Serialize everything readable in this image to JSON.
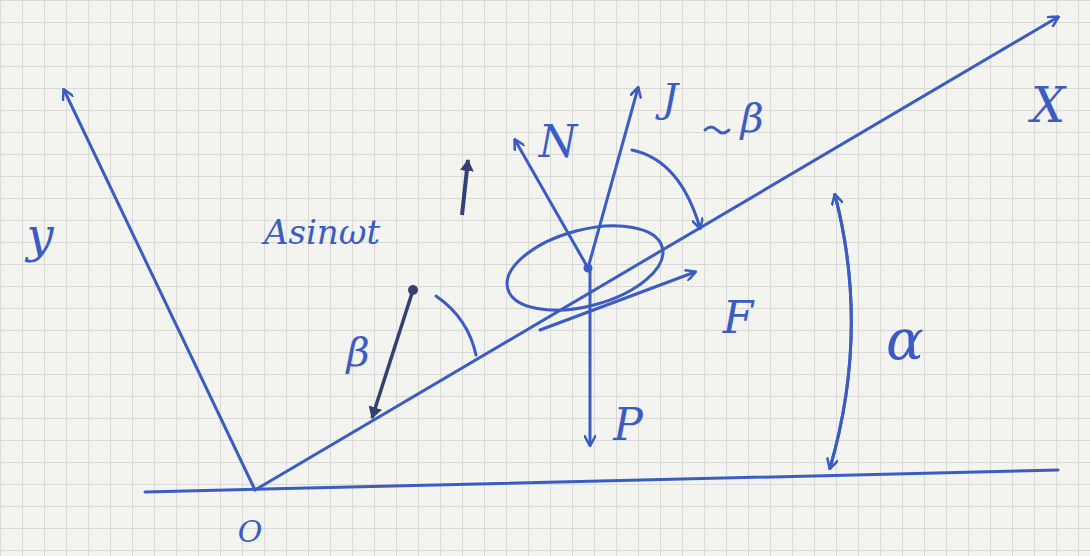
{
  "diagram": {
    "labels": [
      "y",
      "X",
      "Asinωt",
      "N",
      "J",
      "β",
      "F",
      "β",
      "P",
      "α",
      "O"
    ]
  }
}
